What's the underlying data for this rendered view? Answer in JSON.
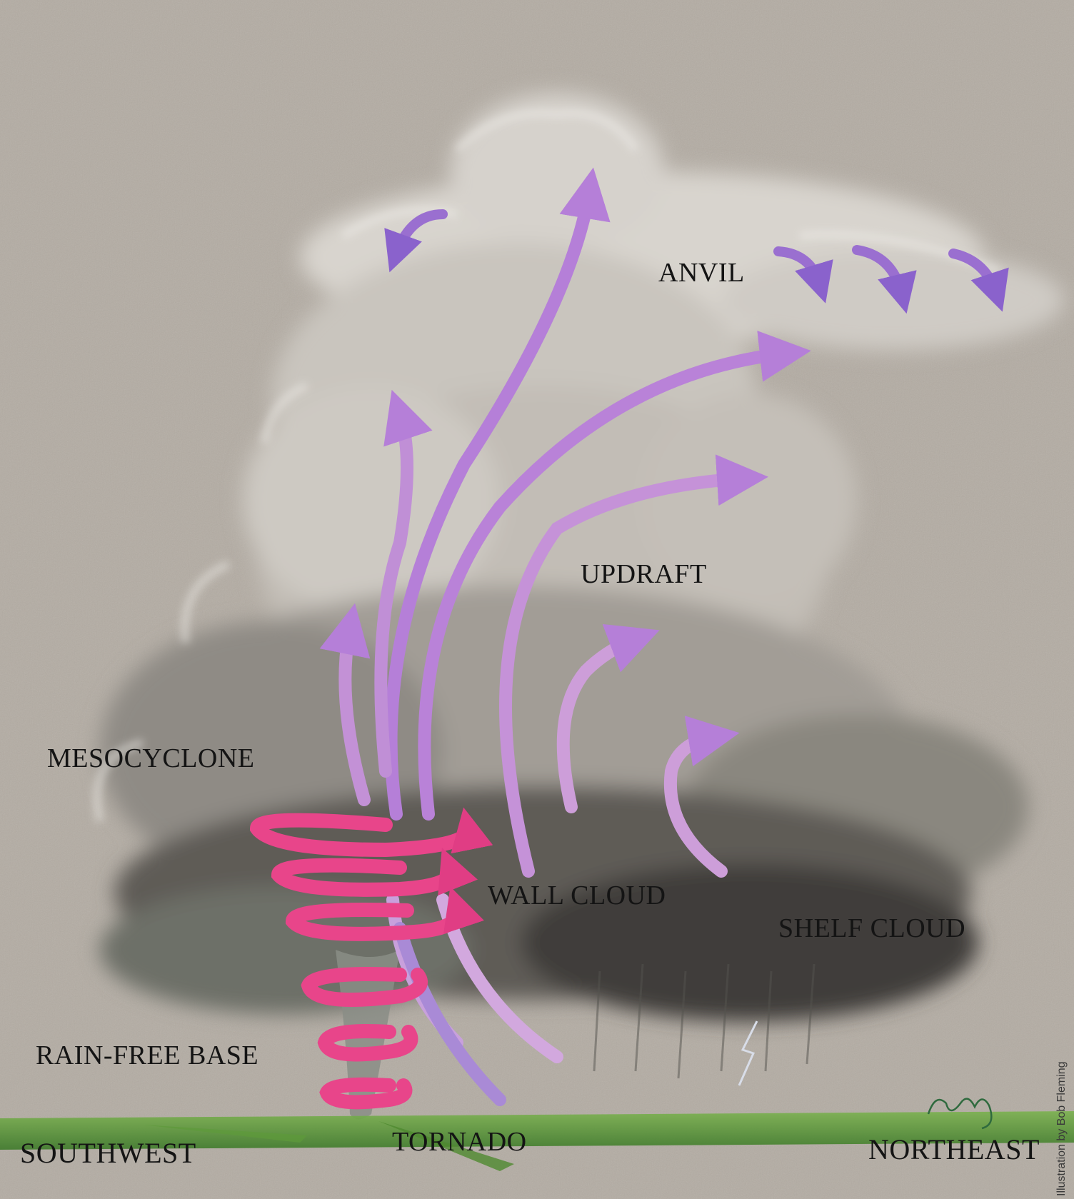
{
  "labels": {
    "anvil": "ANVIL",
    "updraft": "UPDRAFT",
    "mesocyclone": "MESOCYCLONE",
    "wall_cloud": "WALL CLOUD",
    "shelf_cloud": "SHELF CLOUD",
    "rain_free_base": "RAIN-FREE BASE",
    "tornado": "TORNADO",
    "southwest": "SOUTHWEST",
    "northeast": "NORTHEAST"
  },
  "credit": "Illustration by Bob Fleming",
  "signature": "fleming",
  "colors": {
    "background": "#b3aca3",
    "cloud_light": "#e4e1dc",
    "cloud_mid": "#b9b4ad",
    "cloud_dark": "#4c4a47",
    "updraft_arrow": "#c48ed6",
    "anvil_arrow": "#9a6fd0",
    "mesocyclone_spiral": "#e8458a",
    "ground": "#5a9a3a",
    "text": "#141414"
  }
}
